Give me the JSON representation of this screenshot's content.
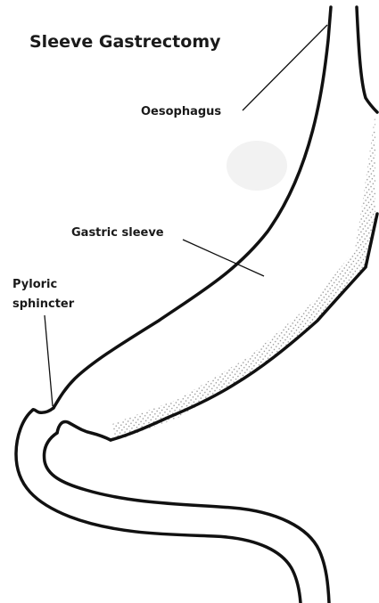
{
  "diagram": {
    "title": "Sleeve Gastrectomy",
    "labels": {
      "oesophagus": "Oesophagus",
      "gastric_sleeve": "Gastric sleeve",
      "pyloric_line1": "Pyloric",
      "pyloric_line2": "sphincter"
    },
    "colors": {
      "outline": "#111111",
      "staple_line": "#8a8a8a",
      "background": "#ffffff"
    }
  }
}
